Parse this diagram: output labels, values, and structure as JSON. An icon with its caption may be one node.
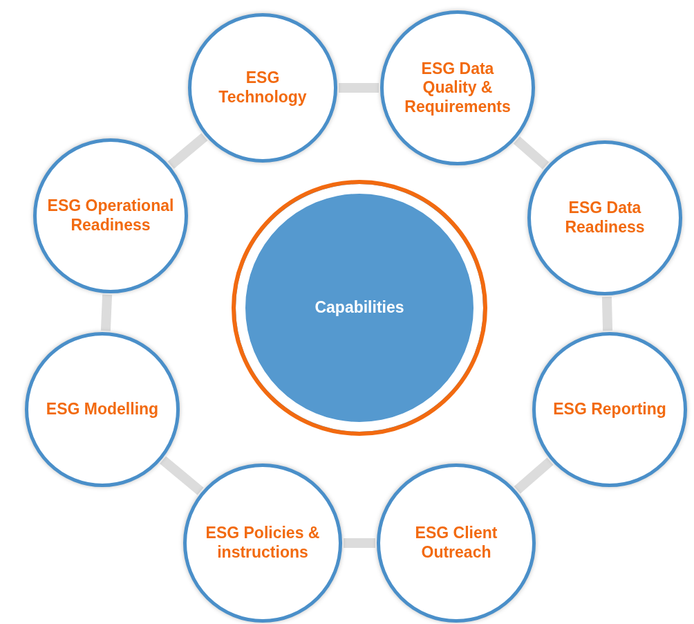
{
  "diagram": {
    "nodes": [
      {
        "text": [
          "Capabilities"
        ]
      },
      {
        "text": [
          "ESG Technology"
        ]
      },
      {
        "text": [
          "ESG Data Quality & Requirements"
        ]
      },
      {
        "text": [
          "ESG Operational Readiness"
        ]
      },
      {
        "text": [
          "ESG Data Readiness"
        ]
      },
      {
        "text": [
          "ESG Modelling"
        ]
      },
      {
        "text": [
          "ESG Reporting"
        ]
      },
      {
        "text": [
          "ESG Policies & instructions"
        ]
      },
      {
        "text": [
          "ESG Client Outreach"
        ]
      }
    ],
    "edges": [
      {
        "from": 1,
        "to": 2,
        "arrow": "none"
      },
      {
        "from": 2,
        "to": 4,
        "arrow": "none"
      },
      {
        "from": 4,
        "to": 6,
        "arrow": "none"
      },
      {
        "from": 6,
        "to": 8,
        "arrow": "none"
      },
      {
        "from": 8,
        "to": 7,
        "arrow": "none"
      },
      {
        "from": 7,
        "to": 5,
        "arrow": "none"
      },
      {
        "from": 5,
        "to": 3,
        "arrow": "none"
      },
      {
        "from": 3,
        "to": 1,
        "arrow": "none"
      }
    ]
  }
}
